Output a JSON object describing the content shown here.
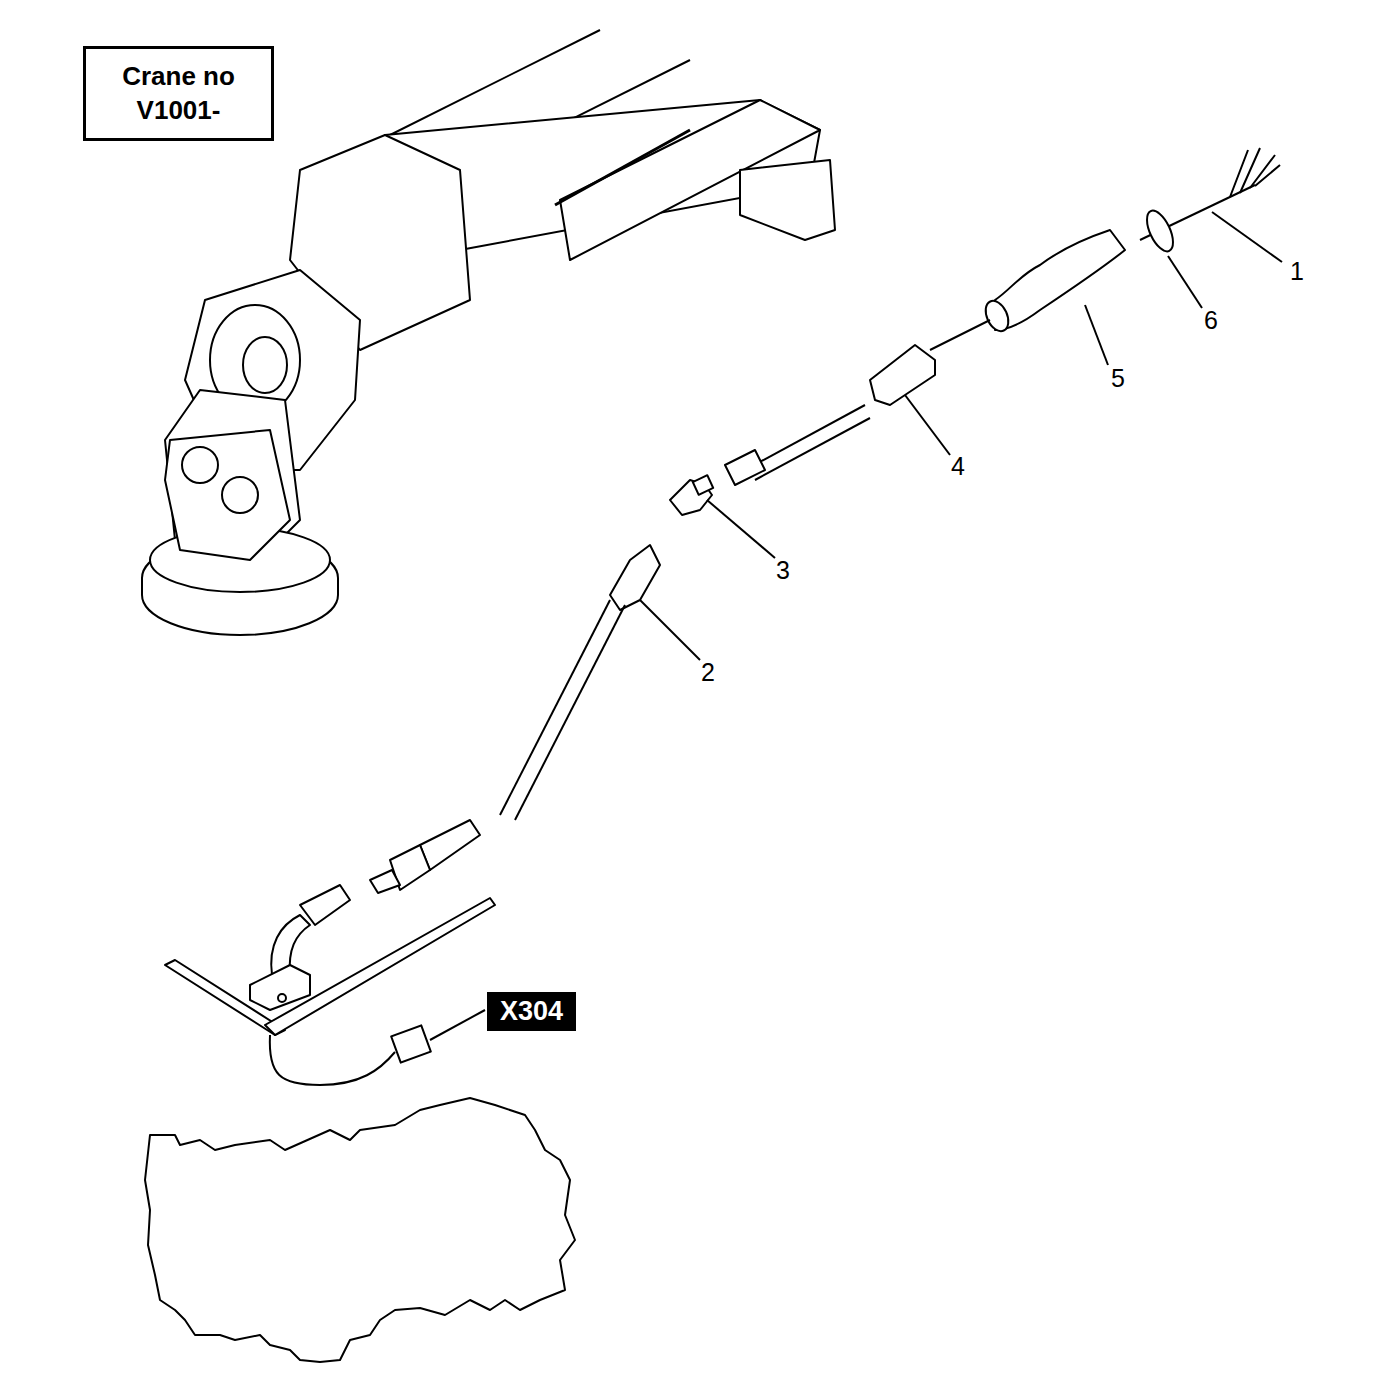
{
  "diagram": {
    "nodes": [
      {
        "text": [
          "Crane no V1001-"
        ]
      },
      {
        "text": [
          "X304"
        ]
      }
    ],
    "labels": [
      "1",
      "2",
      "3",
      "4",
      "5",
      "6"
    ]
  }
}
